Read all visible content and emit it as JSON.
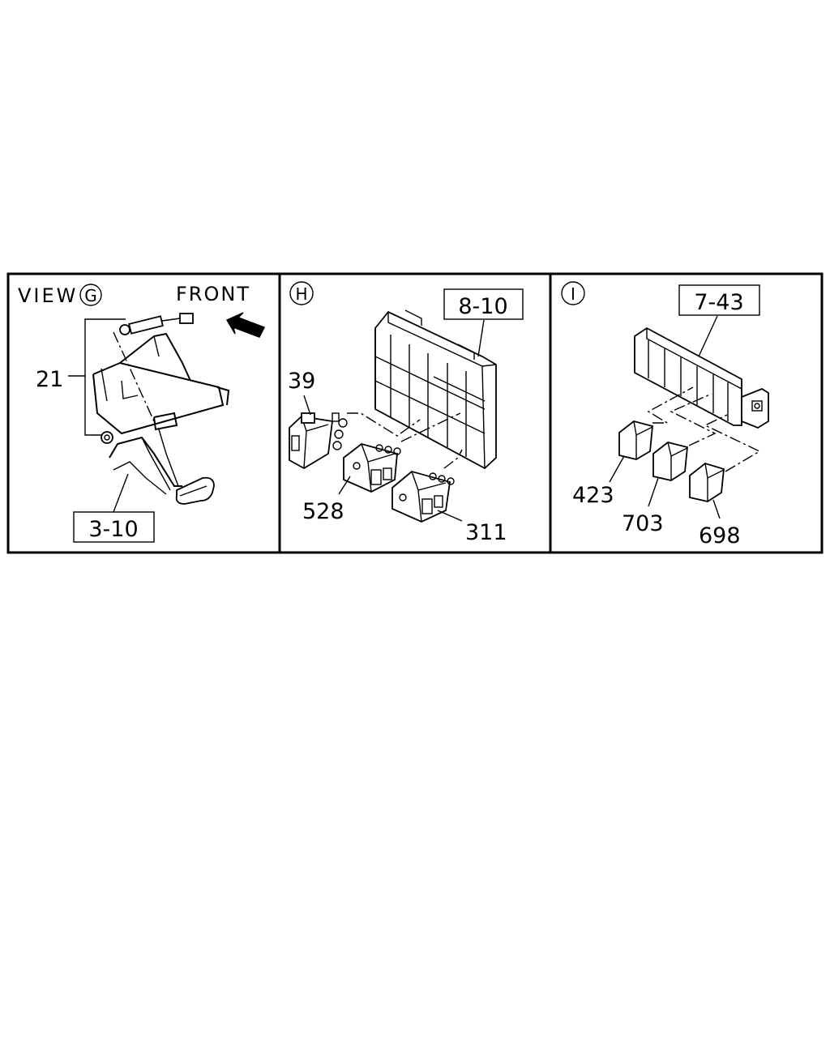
{
  "colors": {
    "ink": "#000000",
    "paper": "#ffffff"
  },
  "panels": [
    {
      "id": "G",
      "view_word": "VIEW",
      "view_letter": "G",
      "front_label": "FRONT",
      "callouts": [
        "21"
      ],
      "ref_boxes": [
        "3-10"
      ],
      "icons": [
        "front-arrow-icon",
        "pedal-assembly-icon"
      ]
    },
    {
      "id": "H",
      "view_letter": "H",
      "callouts": [
        "39",
        "528",
        "311"
      ],
      "ref_boxes": [
        "8-10"
      ],
      "icons": [
        "relay-block-icon",
        "relay-icon"
      ]
    },
    {
      "id": "I",
      "view_letter": "I",
      "callouts": [
        "423",
        "703",
        "698"
      ],
      "ref_boxes": [
        "7-43"
      ],
      "icons": [
        "connector-bracket-icon",
        "connector-plug-icon"
      ]
    }
  ]
}
